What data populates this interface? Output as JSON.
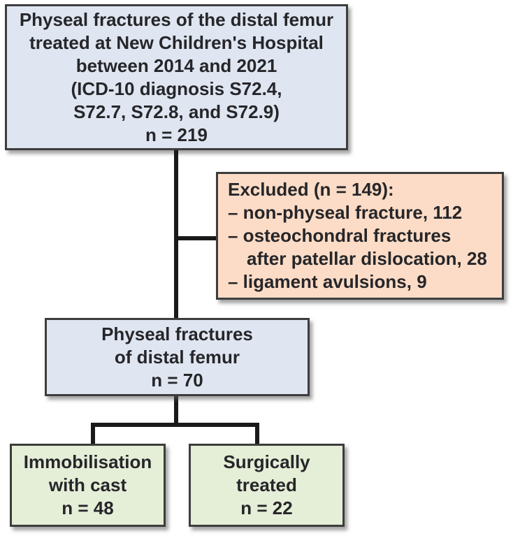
{
  "diagram": {
    "type": "flowchart",
    "boxes": {
      "source": {
        "n": 219,
        "lines": [
          "Physeal fractures of the distal femur",
          "treated at New Children's Hospital",
          "between 2014 and 2021",
          "(ICD-10 diagnosis S72.4,",
          "S72.7, S72.8, and S72.9)",
          "n = 219"
        ]
      },
      "excluded": {
        "n": 149,
        "lines": [
          "Excluded (n = 149):",
          "– non-physeal fracture, 112",
          "– osteochondral fractures",
          "after patellar dislocation, 28",
          "– ligament avulsions, 9"
        ]
      },
      "included": {
        "n": 70,
        "lines": [
          "Physeal fractures",
          "of distal femur",
          "n = 70"
        ]
      },
      "cast": {
        "n": 48,
        "lines": [
          "Immobilisation",
          "with cast",
          "n = 48"
        ]
      },
      "surgical": {
        "n": 22,
        "lines": [
          "Surgically",
          "treated",
          "n = 22"
        ]
      }
    },
    "colors": {
      "box-blue": "#dfe6f1",
      "box-peach": "#fcdcc6",
      "box-green": "#e5eed7",
      "box-border": "#3d3d3d",
      "connector": "#1a1a1a",
      "text": "#26262a",
      "background": "#ffffff"
    }
  }
}
